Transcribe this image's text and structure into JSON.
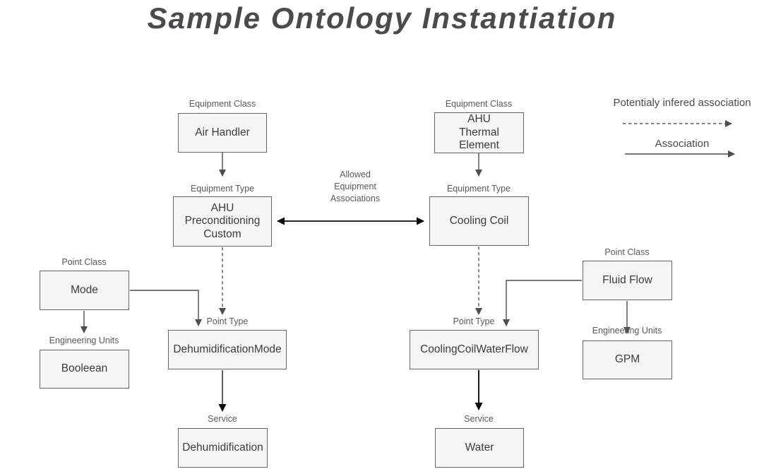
{
  "title": "Sample Ontology Instantiation",
  "legend": {
    "dashed_label": "Potentialy infered association",
    "solid_label": "Association"
  },
  "edge_label": "Allowed\nEquipment\nAssociations",
  "colors": {
    "box_fill": "#f5f5f5",
    "box_border": "#676767",
    "box_text": "#3c3c3c",
    "small_label": "#595959",
    "arrow_gray": "#4d4d4d",
    "arrow_black": "#0a0a0a",
    "title_text": "#4b4b4e"
  },
  "nodes": [
    {
      "id": "air-handler",
      "category": "Equipment Class",
      "label": "Air Handler"
    },
    {
      "id": "ahu-preconditioning-custom",
      "category": "Equipment Type",
      "label": "AHU\nPreconditioning\nCustom"
    },
    {
      "id": "ahu-thermal-element",
      "category": "Equipment Class",
      "label": "AHU\nThermal\nElement"
    },
    {
      "id": "cooling-coil",
      "category": "Equipment Type",
      "label": "Cooling Coil"
    },
    {
      "id": "mode",
      "category": "Point Class",
      "label": "Mode"
    },
    {
      "id": "booleean",
      "category": "Engineering Units",
      "label": "Booleean"
    },
    {
      "id": "dehumidification-mode",
      "category": "Point Type",
      "label": "DehumidificationMode"
    },
    {
      "id": "dehumidification",
      "category": "Service",
      "label": "Dehumidification"
    },
    {
      "id": "fluid-flow",
      "category": "Point Class",
      "label": "Fluid Flow"
    },
    {
      "id": "gpm",
      "category": "Engineering Units",
      "label": "GPM"
    },
    {
      "id": "cooling-coil-water-flow",
      "category": "Point Type",
      "label": "CoolingCoilWaterFlow"
    },
    {
      "id": "water",
      "category": "Service",
      "label": "Water"
    }
  ]
}
